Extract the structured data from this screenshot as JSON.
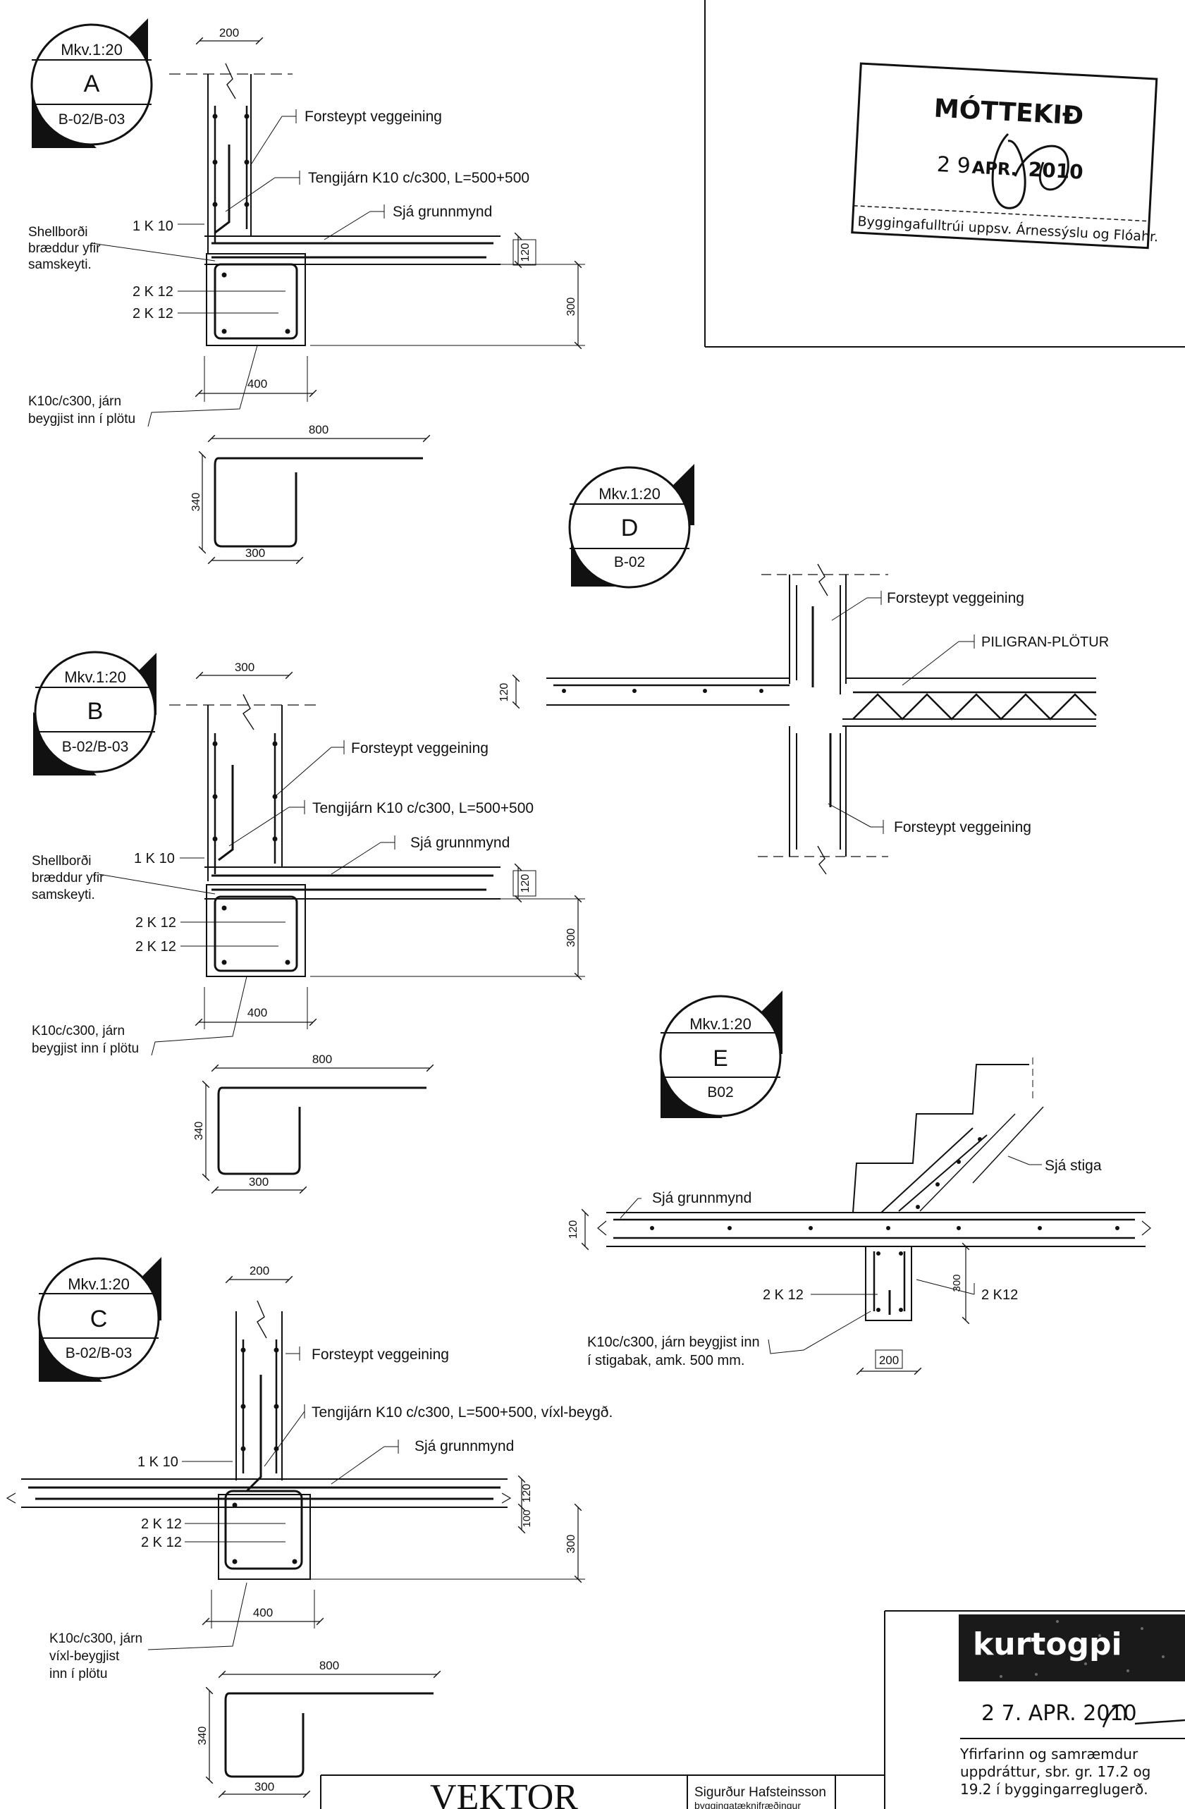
{
  "detail_a": {
    "scale": "Mkv.1:20",
    "letter": "A",
    "sheets": "B-02/B-03",
    "dim_wall": "200",
    "dim_slab": "120",
    "dim_beam_h": "300",
    "dim_beam_w": "400",
    "dim_stirrup_w": "800",
    "dim_stirrup_h": "340",
    "dim_stirrup_b": "300",
    "wall_label": "Forsteypt veggeining",
    "tie_label": "Tengijárn K10 c/c300, L=500+500",
    "plan_ref": "Sjá grunnmynd",
    "shelf_1": "Shellborði",
    "shelf_2": "bræddur yfir",
    "shelf_3": "samskeyti.",
    "bar_top": "1 K 10",
    "bar_mid1": "2 K 12",
    "bar_mid2": "2 K 12",
    "k10_1": "K10c/c300, járn",
    "k10_2": "beygjist inn í plötu"
  },
  "detail_b": {
    "scale": "Mkv.1:20",
    "letter": "B",
    "sheets": "B-02/B-03",
    "dim_wall": "300",
    "dim_slab": "120",
    "dim_beam_h": "300",
    "dim_beam_w": "400",
    "dim_stirrup_w": "800",
    "dim_stirrup_h": "340",
    "dim_stirrup_b": "300",
    "wall_label": "Forsteypt veggeining",
    "tie_label": "Tengijárn K10 c/c300, L=500+500",
    "plan_ref": "Sjá grunnmynd",
    "shelf_1": "Shellborði",
    "shelf_2": "bræddur yfir",
    "shelf_3": "samskeyti.",
    "bar_top": "1 K 10",
    "bar_mid1": "2 K 12",
    "bar_mid2": "2 K 12",
    "k10_1": "K10c/c300, járn",
    "k10_2": "beygjist inn í plötu"
  },
  "detail_c": {
    "scale": "Mkv.1:20",
    "letter": "C",
    "sheets": "B-02/B-03",
    "dim_wall": "200",
    "dim_slab": "120",
    "dim_slab2": "100",
    "dim_beam_h": "300",
    "dim_beam_w": "400",
    "dim_stirrup_w": "800",
    "dim_stirrup_h": "340",
    "dim_stirrup_b": "300",
    "wall_label": "Forsteypt veggeining",
    "tie_label": "Tengijárn K10 c/c300, L=500+500, víxl-beygð.",
    "plan_ref": "Sjá grunnmynd",
    "bar_top": "1 K 10",
    "bar_mid1": "2 K 12",
    "bar_mid2": "2 K 12",
    "k10_1": "K10c/c300, járn",
    "k10_2": "víxl-beygjist",
    "k10_3": "inn í plötu"
  },
  "detail_d": {
    "scale": "Mkv.1:20",
    "letter": "D",
    "sheets": "B-02",
    "dim_slab": "120",
    "wall_label_top": "Forsteypt veggeining",
    "slab_label": "PILIGRAN-PLÖTUR",
    "wall_label_bottom": "Forsteypt veggeining"
  },
  "detail_e": {
    "scale": "Mkv.1:20",
    "letter": "E",
    "sheets": "B02",
    "dim_slab": "120",
    "dim_beam_h": "300",
    "dim_beam_w": "200",
    "stair_ref": "Sjá stiga",
    "plan_ref": "Sjá grunnmynd",
    "bar_left": "2 K 12",
    "bar_right": "2 K12",
    "note_1": "K10c/c300, járn beygjist inn",
    "note_2": "í stigabak, amk. 500 mm."
  },
  "stamp_received": {
    "title": "MÓTTEKIÐ",
    "day": "2 9",
    "month": "APR.",
    "year": "2010",
    "authority": "Byggingafulltrúi uppsv. Árnessýslu og Flóahr."
  },
  "stamp_review": {
    "brand": "kurtogpi",
    "date": "2 7. APR. 2010",
    "line1": "Yfirfarinn og samræmdur",
    "line2": "uppdráttur, sbr. gr. 17.2 og",
    "line3": "19.2 í byggingarreglugerð."
  },
  "title_block": {
    "firm": "VEKTOR",
    "engineer": "Sigurður Hafsteinsson",
    "role": "byggingatæknifræðingur"
  }
}
